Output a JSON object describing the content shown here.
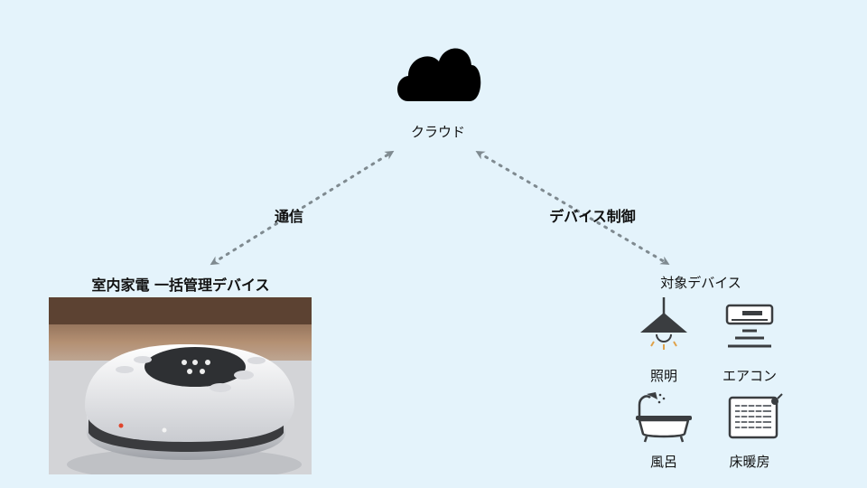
{
  "cloud": {
    "label": "クラウド",
    "icon": "cloud-icon"
  },
  "links": {
    "left_label": "通信",
    "right_label": "デバイス制御"
  },
  "hub": {
    "title": "室内家電 一括管理デバイス",
    "image": "smart-home-hub-photo"
  },
  "targets": {
    "title": "対象デバイス",
    "items": [
      {
        "label": "照明",
        "icon": "ceiling-lamp-icon"
      },
      {
        "label": "エアコン",
        "icon": "air-conditioner-icon"
      },
      {
        "label": "風呂",
        "icon": "bathtub-icon"
      },
      {
        "label": "床暖房",
        "icon": "floor-heating-icon"
      }
    ]
  },
  "colors": {
    "background": "#e4f3fb",
    "arrow": "#7f8a90",
    "icon": "#3a3d40"
  }
}
